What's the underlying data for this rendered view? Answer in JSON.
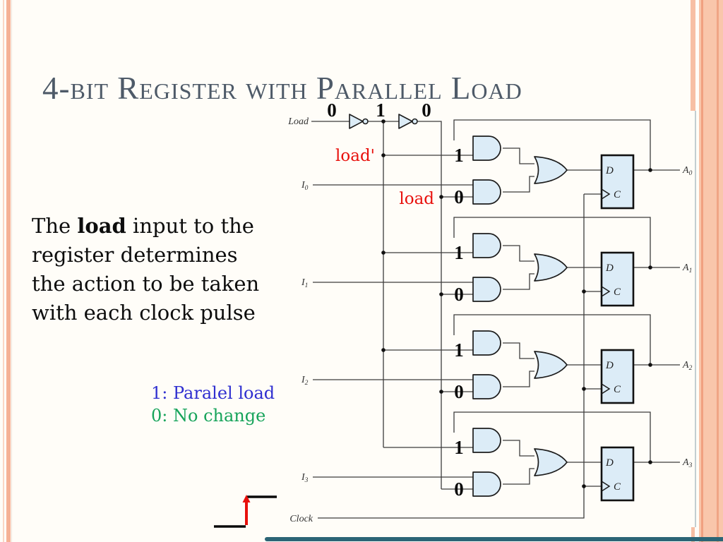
{
  "slide": {
    "title": "4-bit Register with Parallel Load",
    "body_lines": {
      "l1_pre": "The ",
      "l1_bold": "load",
      "l1_post": " input to the",
      "l2": "register determines",
      "l3": "the action to be taken",
      "l4": "with each clock pulse"
    },
    "legend": {
      "parallel_load": "1: Paralel load",
      "no_change": "0: No change",
      "parallel_load_color": "#2f2fd0",
      "no_change_color": "#17a45b"
    },
    "colors": {
      "title": "#4e5a68",
      "border_salmon": "#f5b195",
      "bottom_bar_teal": "#2c6576",
      "gate_fill": "#dcecf7",
      "annotation_red": "#e8100c"
    }
  },
  "circuit": {
    "load": {
      "label": "Load",
      "value_in": "0",
      "value_after_inv1": "1",
      "value_after_inv2": "0"
    },
    "load_not_label": "load'",
    "load_label": "load",
    "clock_label": "Clock",
    "stages": [
      {
        "select_one": "1",
        "select_zero": "0",
        "in_base": "I",
        "in_sub": "0",
        "out_base": "A",
        "out_sub": "0",
        "d": "D",
        "c": "C"
      },
      {
        "select_one": "1",
        "select_zero": "0",
        "in_base": "I",
        "in_sub": "1",
        "out_base": "A",
        "out_sub": "1",
        "d": "D",
        "c": "C"
      },
      {
        "select_one": "1",
        "select_zero": "0",
        "in_base": "I",
        "in_sub": "2",
        "out_base": "A",
        "out_sub": "2",
        "d": "D",
        "c": "C"
      },
      {
        "select_one": "1",
        "select_zero": "0",
        "in_base": "I",
        "in_sub": "3",
        "out_base": "A",
        "out_sub": "3",
        "d": "D",
        "c": "C"
      }
    ]
  }
}
